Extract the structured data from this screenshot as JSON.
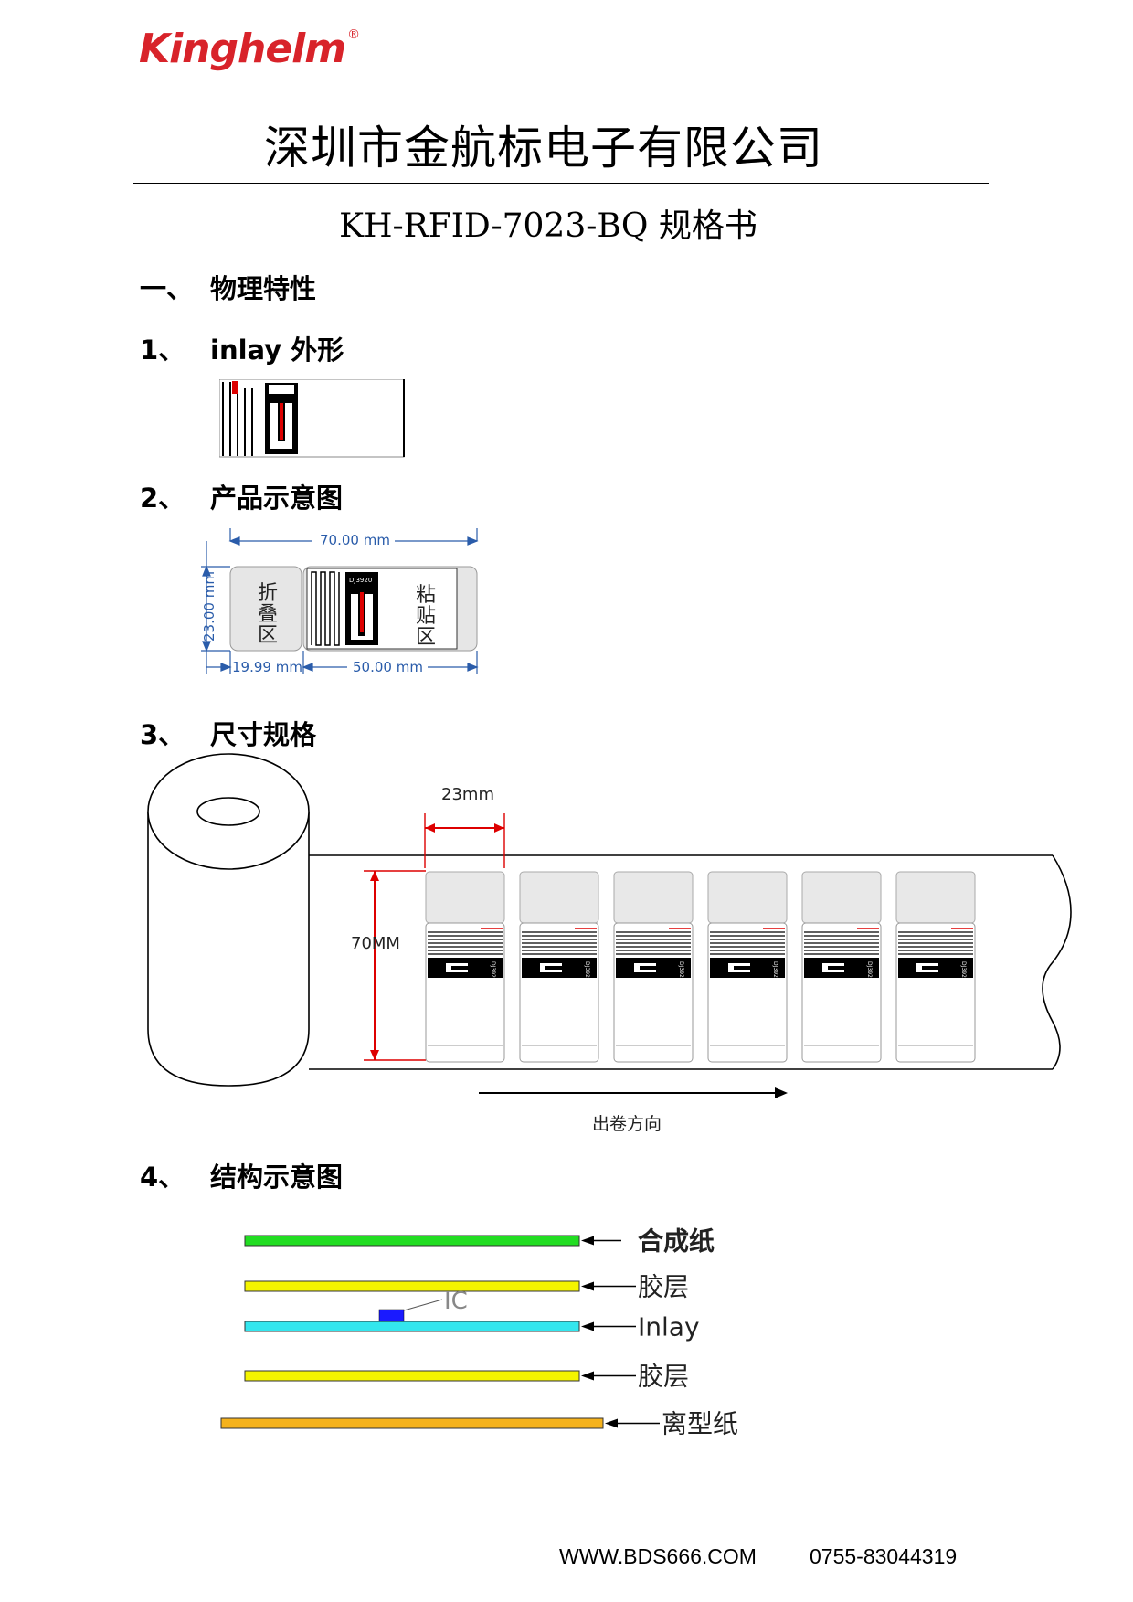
{
  "header": {
    "logo_text": "Kinghelm",
    "logo_mark": "®",
    "company": "深圳市金航标电子有限公司",
    "doc_title": "KH-RFID-7023-BQ 规格书"
  },
  "sections": {
    "main": {
      "num": "一、",
      "title": "物理特性"
    },
    "s1": {
      "num": "1、",
      "title": "inlay 外形"
    },
    "s2": {
      "num": "2、",
      "title": "产品示意图"
    },
    "s3": {
      "num": "3、",
      "title": "尺寸规格"
    },
    "s4": {
      "num": "4、",
      "title": "结构示意图"
    }
  },
  "product_diagram": {
    "width_label": "70.00 mm",
    "height_label": "23.00 mm",
    "fold_width_label": "19.99 mm",
    "label_width_label": "50.00 mm",
    "fold_zone": [
      "折",
      "叠",
      "区"
    ],
    "paste_zone": [
      "粘",
      "贴",
      "区"
    ],
    "chip_text": "DJ3920"
  },
  "roll_diagram": {
    "pitch_label": "23mm",
    "height_label": "70MM",
    "direction_label": "出卷方向",
    "chip_text": "DJ3920",
    "label_count": 6
  },
  "structure": {
    "layers": [
      {
        "name": "合成纸",
        "color": "#22dd22"
      },
      {
        "name": "胶层",
        "color": "#f4f400"
      },
      {
        "name": "Inlay",
        "color": "#33e6ee"
      },
      {
        "name": "胶层",
        "color": "#f4f400"
      },
      {
        "name": "离型纸",
        "color": "#f5b21c"
      }
    ],
    "ic_label": "IC",
    "ic_color": "#1a1aff"
  },
  "footer": {
    "website": "WWW.BDS666.COM",
    "phone": "0755-83044319"
  }
}
